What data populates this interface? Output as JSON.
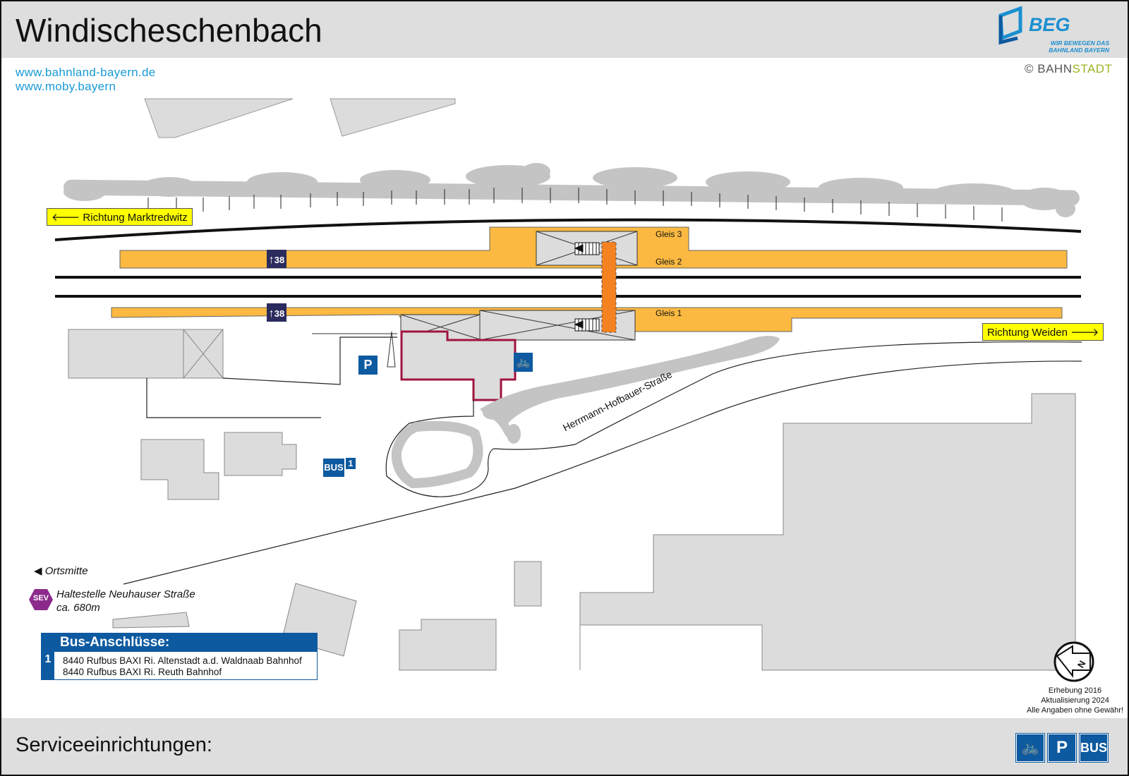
{
  "header": {
    "title": "Windischeschenbach"
  },
  "links": [
    "www.bahnland-bayern.de",
    "www.moby.bayern"
  ],
  "branding": {
    "wordmark": "BEG",
    "tagline": "WIR BEWEGEN DAS BAHNLAND BAYERN",
    "credit_prefix": "© ",
    "credit_bahn": "BAHN",
    "credit_stadt": "STADT"
  },
  "directions": {
    "west": "Richtung Marktredwitz",
    "east": "Richtung Weiden",
    "town": "Ortsmitte"
  },
  "tracks": {
    "gleis3": "Gleis 3",
    "gleis2": "Gleis 2",
    "gleis1": "Gleis 1"
  },
  "lift_label": "38",
  "street": "Herrmann-Hofbauer-Straße",
  "sev": {
    "badge": "SEV",
    "stop": "Haltestelle Neuhauser Straße",
    "distance": "ca. 680m"
  },
  "bus_stop": {
    "badge": "BUS",
    "number": "1"
  },
  "parking": "P",
  "bus_connections": {
    "title": "Bus-Anschlüsse:",
    "stop_number": "1",
    "lines": [
      "8440 Rufbus BAXI Ri. Altenstadt a.d. Waldnaab Bahnhof",
      "8440 Rufbus BAXI Ri. Reuth Bahnhof"
    ]
  },
  "status": {
    "survey": "Erhebung 2016",
    "update": "Aktualisierung 2024",
    "disclaimer": "Alle Angaben ohne Gewähr!"
  },
  "compass": "N",
  "footer": {
    "label": "Serviceeinrichtungen:",
    "services": [
      "bike-parking",
      "P",
      "BUS"
    ]
  },
  "colors": {
    "platform": "#fbb941",
    "building": "#dcdcdc",
    "station_outline": "#a0153e",
    "bridge": "#f58220",
    "service_blue": "#0d5aa0",
    "sev": "#8c2a8c",
    "direction_sign": "#ffff00",
    "trees": "#c4c4c4"
  }
}
